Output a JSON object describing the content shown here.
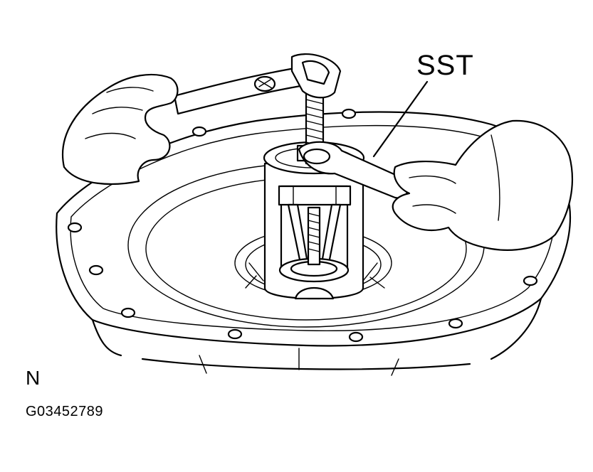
{
  "labels": {
    "tool": "SST",
    "view": "N",
    "figure_code": "G03452789"
  },
  "colors": {
    "line": "#000000",
    "background": "#ffffff"
  }
}
